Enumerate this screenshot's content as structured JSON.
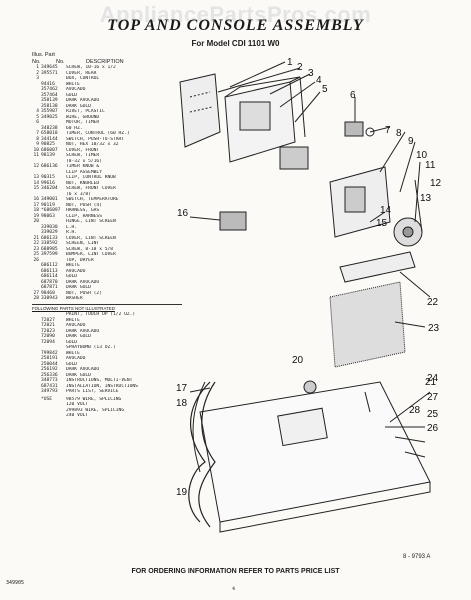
{
  "watermark": "AppliancePartsPros.com",
  "title": "TOP AND CONSOLE ASSEMBLY",
  "model": "For Model CDI 1101 W0",
  "headers": {
    "illus": "Illus. Part",
    "no": "No.",
    "part": "No.",
    "desc": "DESCRIPTION"
  },
  "parts": [
    {
      "i": "1",
      "p": "349645",
      "d": "SCREW, 10-16 x 1/2"
    },
    {
      "i": "2",
      "p": "395571",
      "d": "COVER, REAR"
    },
    {
      "i": "3",
      "p": "",
      "d": "BOX, CONTROL"
    },
    {
      "i": "",
      "p": "94416",
      "d": "WHITE"
    },
    {
      "i": "",
      "p": "357462",
      "d": "AVOCADO"
    },
    {
      "i": "",
      "p": "357464",
      "d": "GOLD"
    },
    {
      "i": "",
      "p": "358139",
      "d": "DARK AVOCADO"
    },
    {
      "i": "",
      "p": "358138",
      "d": "DARK GOLD"
    },
    {
      "i": "4",
      "p": "355907",
      "d": "RIVET, PLASTIC"
    },
    {
      "i": "5",
      "p": "349025",
      "d": "WIRE, GROUND"
    },
    {
      "i": "6",
      "p": "",
      "d": "MOTOR, TIMER"
    },
    {
      "i": "",
      "p": "348238",
      "d": "60 HZ."
    },
    {
      "i": "7",
      "p": "658018",
      "d": "TIMER, CONTROL (60 HZ.)"
    },
    {
      "i": "8",
      "p": "344144",
      "d": "SWITCH, PUSH-TO-START"
    },
    {
      "i": "9",
      "p": "90825",
      "d": "NUT, HEX 10/32 x 32"
    },
    {
      "i": "10",
      "p": "686007",
      "d": "COVER, FRONT"
    },
    {
      "i": "11",
      "p": "98139",
      "d": "SCREW, TIMER"
    },
    {
      "i": "",
      "p": "",
      "d": "(8-32 x 5/16)"
    },
    {
      "i": "12",
      "p": "686136",
      "d": "TIMER KNOB &"
    },
    {
      "i": "",
      "p": "",
      "d": "CLIP ASSEMBLY"
    },
    {
      "i": "13",
      "p": "90315",
      "d": "CLIP, CONTROL KNOB"
    },
    {
      "i": "14",
      "p": "99616",
      "d": "NUT, KNURLED"
    },
    {
      "i": "15",
      "p": "346204",
      "d": "SCREW, FRONT COVER"
    },
    {
      "i": "",
      "p": "",
      "d": "(6 x 3/8)"
    },
    {
      "i": "16",
      "p": "349001",
      "d": "SWITCH, TEMPERATURE"
    },
    {
      "i": "17",
      "p": "90119",
      "d": "NUT, PUSH (4)"
    },
    {
      "i": "18",
      "p": "*686097",
      "d": "HARNESS, GAS"
    },
    {
      "i": "19",
      "p": "98063",
      "d": "CLIP, HARNESS"
    },
    {
      "i": "20",
      "p": "",
      "d": "HINGE, LINT SCREEN"
    },
    {
      "i": "",
      "p": "339030",
      "d": "L.H."
    },
    {
      "i": "",
      "p": "339029",
      "d": "R.H."
    },
    {
      "i": "21",
      "p": "686133",
      "d": "COVER, LINT SCREEN"
    },
    {
      "i": "22",
      "p": "338592",
      "d": "SCREEN, LINT"
    },
    {
      "i": "23",
      "p": "688985",
      "d": "SCREW, 8-18 x 5/8"
    },
    {
      "i": "25",
      "p": "397599",
      "d": "BUMPER, LINT COVER"
    },
    {
      "i": "26",
      "p": "",
      "d": "TOP, DRYER"
    },
    {
      "i": "",
      "p": "686112",
      "d": "WHITE"
    },
    {
      "i": "",
      "p": "686113",
      "d": "AVOCADO"
    },
    {
      "i": "",
      "p": "686114",
      "d": "GOLD"
    },
    {
      "i": "",
      "p": "687870",
      "d": "DARK AVOCADO"
    },
    {
      "i": "",
      "p": "687871",
      "d": "DARK GOLD"
    },
    {
      "i": "27",
      "p": "98460",
      "d": "NUT, PUSH (2)"
    },
    {
      "i": "28",
      "p": "330943",
      "d": "WASHER"
    }
  ],
  "not_illustrated_heading": "FOLLOWING PARTS NOT ILLUSTRATED",
  "not_illustrated": [
    {
      "p": "",
      "d": "PAINT, TOUCH UP (1/2 OZ.)"
    },
    {
      "p": "72027",
      "d": "WHITE"
    },
    {
      "p": "72021",
      "d": "AVOCADO"
    },
    {
      "p": "72023",
      "d": "DARK AVOCADO"
    },
    {
      "p": "72090",
      "d": "DARK GOLD"
    },
    {
      "p": "72094",
      "d": "GOLD"
    },
    {
      "p": "",
      "d": "SPRAYBOMB (13 OZ.)"
    },
    {
      "p": "799842",
      "d": "WHITE"
    },
    {
      "p": "258191",
      "d": "AVOCADO"
    },
    {
      "p": "250044",
      "d": "GOLD"
    },
    {
      "p": "256192",
      "d": "DARK AVOCADO"
    },
    {
      "p": "256336",
      "d": "DARK GOLD"
    },
    {
      "p": "348773",
      "d": "INSTRUCTIONS, MULTI-VENT"
    },
    {
      "p": "687431",
      "d": "INSTALLATION, INSTRUCTIONS"
    },
    {
      "p": "349793",
      "d": "PARTS LIST, SERVICE"
    }
  ],
  "footnote": [
    {
      "p": "*USE",
      "d": "98579 WIRE, SPLICING"
    },
    {
      "p": "",
      "d": "120 VOLT"
    },
    {
      "p": "",
      "d": "299893 WIRE, SPLICING"
    },
    {
      "p": "",
      "d": "240 VOLT"
    }
  ],
  "diagram_labels": [
    "1",
    "2",
    "3",
    "4",
    "5",
    "6",
    "7",
    "8",
    "9",
    "10",
    "11",
    "12",
    "13",
    "14",
    "15",
    "16",
    "17",
    "18",
    "19",
    "20",
    "21",
    "22",
    "23",
    "24",
    "25",
    "26",
    "27",
    "28"
  ],
  "figure_number": "8 - 9793 A",
  "footer": "FOR ORDERING INFORMATION REFER TO PARTS PRICE LIST",
  "doc_number": "349905",
  "page_number": "4"
}
